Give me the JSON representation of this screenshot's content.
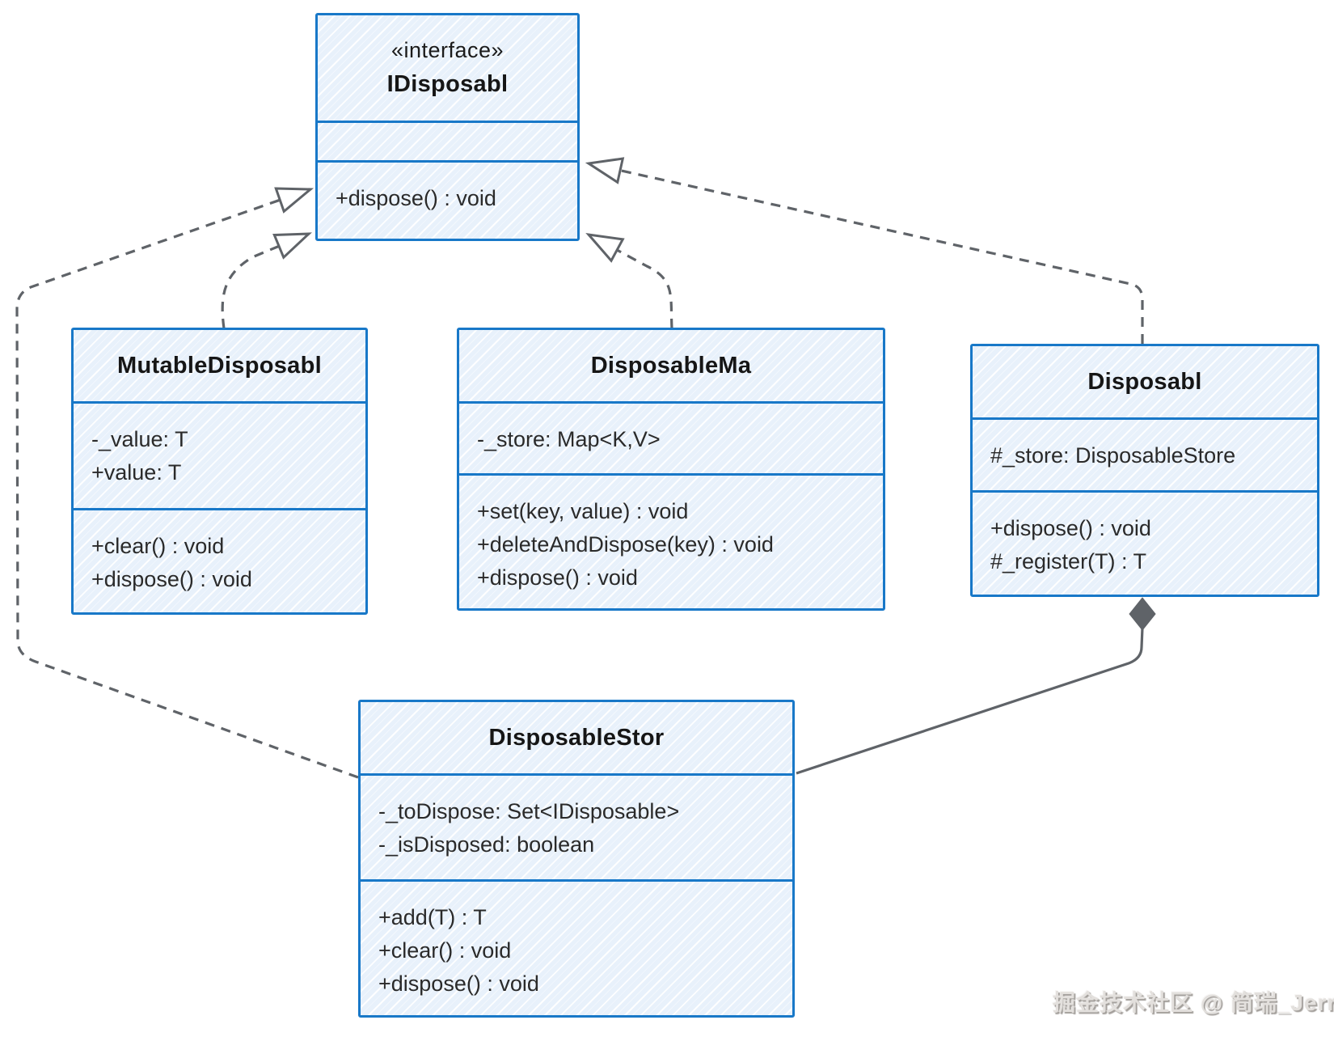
{
  "diagram": {
    "type": "uml-class-diagram",
    "watermark": "掘金技术社区 @ 简瑞_Jerry",
    "colors": {
      "background": "#ffffff",
      "box_border": "#1878c8",
      "box_fill": "#e8f1fb",
      "hatch_stroke": "#ffffff",
      "title_text": "#161616",
      "member_text": "#2a2a2a",
      "connector": "#5f6368",
      "watermark_text": "#e3e0dd"
    },
    "classes": [
      {
        "id": "idisposable",
        "stereotype": "«interface»",
        "name": "IDisposabl",
        "attrs": [],
        "methods": [
          "+dispose() : void"
        ]
      },
      {
        "id": "mutable-disposable",
        "name": "MutableDisposabl",
        "attrs": [
          "-_value: T",
          "+value: T"
        ],
        "methods": [
          "+clear() : void",
          "+dispose() : void"
        ]
      },
      {
        "id": "disposable-map",
        "name": "DisposableMa",
        "attrs": [
          "-_store: Map<K,V>"
        ],
        "methods": [
          "+set(key, value) : void",
          "+deleteAndDispose(key) : void",
          "+dispose() : void"
        ]
      },
      {
        "id": "disposable",
        "name": "Disposabl",
        "attrs": [
          "#_store: DisposableStore"
        ],
        "methods": [
          "+dispose() : void",
          "#_register(T) : T"
        ]
      },
      {
        "id": "disposable-store",
        "name": "DisposableStor",
        "attrs": [
          "-_toDispose: Set<IDisposable>",
          "-_isDisposed: boolean"
        ],
        "methods": [
          "+add(T) : T",
          "+clear() : void",
          "+dispose() : void"
        ]
      }
    ],
    "relations": [
      {
        "from": "MutableDisposable",
        "to": "IDisposable",
        "type": "realization",
        "line": "dashed-hollow-triangle"
      },
      {
        "from": "DisposableMap",
        "to": "IDisposable",
        "type": "realization",
        "line": "dashed-hollow-triangle"
      },
      {
        "from": "Disposable",
        "to": "IDisposable",
        "type": "realization",
        "line": "dashed-hollow-triangle"
      },
      {
        "from": "DisposableStore",
        "to": "IDisposable",
        "type": "realization",
        "line": "dashed-hollow-triangle"
      },
      {
        "from": "DisposableStore",
        "to": "Disposable",
        "type": "composition",
        "line": "solid-filled-diamond"
      }
    ]
  }
}
